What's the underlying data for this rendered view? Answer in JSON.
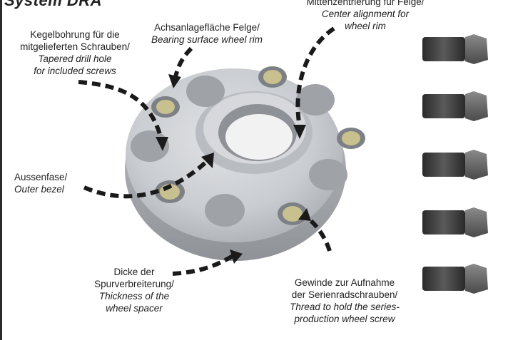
{
  "brand": "System DRA",
  "callouts": {
    "kegelbohrung": {
      "de": [
        "Kegelbohrung für die",
        "mitgelieferten Schrauben/"
      ],
      "en": [
        "Tapered drill hole",
        "for included screws"
      ]
    },
    "achsanlage": {
      "de": [
        "Achsanlagefläche Felge/"
      ],
      "en": [
        "Bearing surface wheel rim"
      ]
    },
    "mittenzentrierung": {
      "de": [
        "Mittenzentrierung für Felge/"
      ],
      "en": [
        "Center alignment for",
        "wheel rim"
      ]
    },
    "aussenfase": {
      "de": [
        "Aussenfase/"
      ],
      "en": [
        "Outer bezel"
      ]
    },
    "dicke": {
      "de": [
        "Dicke der",
        "Spurverbreiterung/"
      ],
      "en": [
        "Thickness of the",
        "wheel spacer"
      ]
    },
    "gewinde": {
      "de": [
        "Gewinde zur Aufnahme",
        "der Serienradschrauben/"
      ],
      "en": [
        "Thread to hold the series-",
        "production wheel screw"
      ]
    }
  },
  "colors": {
    "spacer": "#c9ccd0",
    "spacer_shadow": "#a9adb2",
    "bolt": "#3d3d3d",
    "arrow": "#1a1a1a"
  },
  "screws": {
    "count": 5
  }
}
